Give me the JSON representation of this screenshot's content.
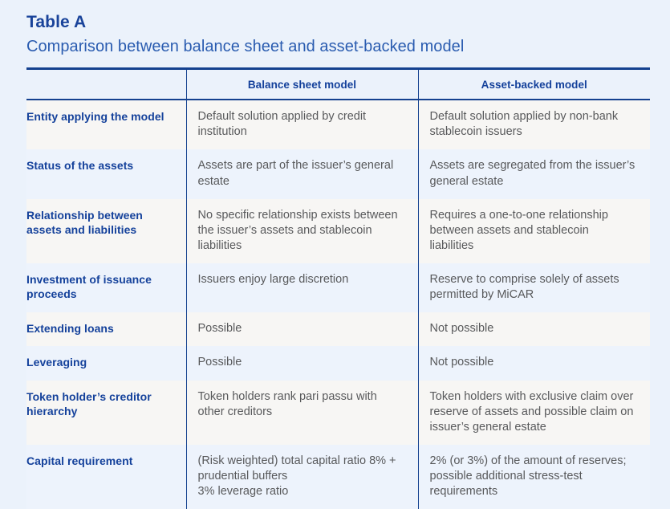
{
  "header": {
    "label": "Table A",
    "caption": "Comparison between balance sheet and asset-backed model"
  },
  "colors": {
    "page_background": "#ebf2fb",
    "heading_blue": "#19439a",
    "caption_blue": "#2a5cb0",
    "rule_blue": "#14418f",
    "body_text": "#58595b",
    "row_odd": "#f7f6f4",
    "row_even": "#edf3fc"
  },
  "table": {
    "columns": [
      {
        "key": "criterion",
        "label": ""
      },
      {
        "key": "balance_sheet",
        "label": "Balance sheet model"
      },
      {
        "key": "asset_backed",
        "label": "Asset-backed model"
      }
    ],
    "rows": [
      {
        "criterion": "Entity applying the model",
        "balance_sheet": "Default solution applied by credit institution",
        "asset_backed": "Default solution applied by non-bank stablecoin issuers"
      },
      {
        "criterion": "Status of the assets",
        "balance_sheet": "Assets are part of the issuer’s general estate",
        "asset_backed": "Assets are segregated from the issuer’s general estate"
      },
      {
        "criterion": "Relationship between assets and liabilities",
        "balance_sheet": "No specific relationship exists between the issuer’s assets and stablecoin liabilities",
        "asset_backed": "Requires a one-to-one relationship between assets and stablecoin liabilities"
      },
      {
        "criterion": "Investment of issuance proceeds",
        "balance_sheet": "Issuers enjoy large discretion",
        "asset_backed": "Reserve to comprise solely of assets permitted by MiCAR"
      },
      {
        "criterion": "Extending loans",
        "balance_sheet": "Possible",
        "asset_backed": "Not possible"
      },
      {
        "criterion": "Leveraging",
        "balance_sheet": "Possible",
        "asset_backed": "Not possible"
      },
      {
        "criterion": "Token holder’s creditor hierarchy",
        "balance_sheet": "Token holders rank pari passu with other creditors",
        "asset_backed": "Token holders with exclusive claim over reserve of assets and possible claim on issuer’s general estate"
      },
      {
        "criterion": "Capital requirement",
        "balance_sheet": "(Risk weighted) total capital ratio 8% + prudential buffers\n3% leverage ratio",
        "asset_backed": "2% (or 3%) of the amount of reserves; possible additional stress-test requirements"
      }
    ]
  }
}
